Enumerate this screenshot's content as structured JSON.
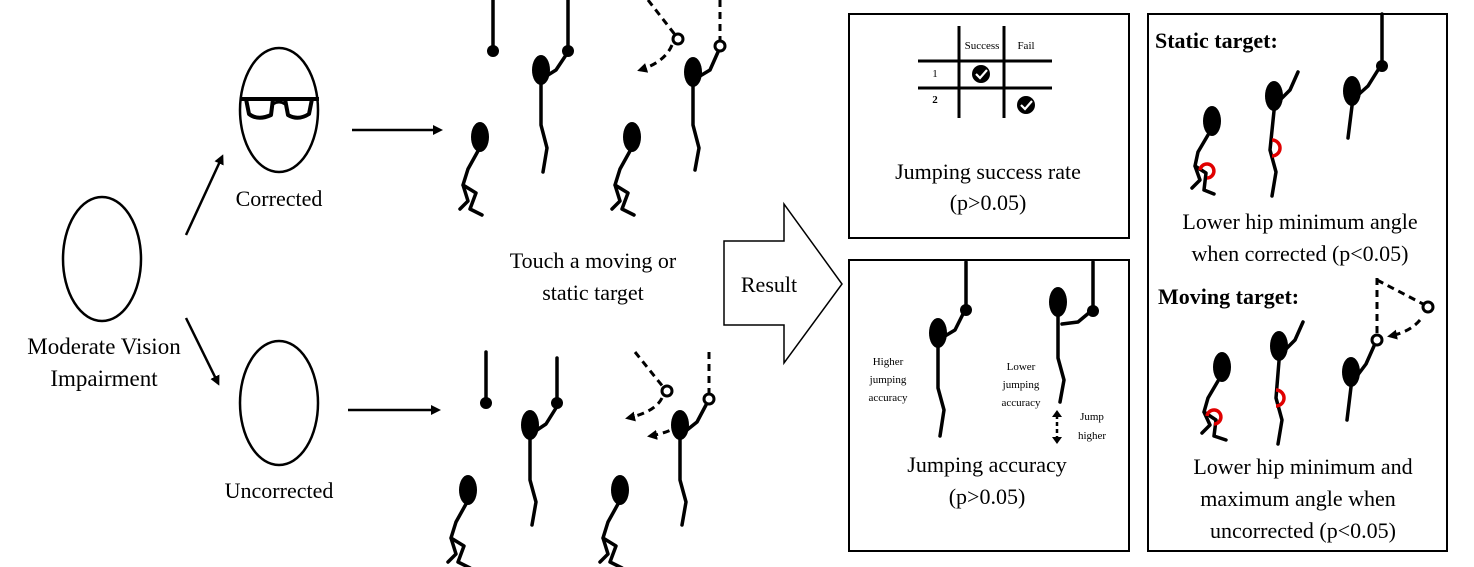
{
  "subject": {
    "label_line1": "Moderate Vision",
    "label_line2": "Impairment"
  },
  "branches": {
    "corrected": "Corrected",
    "uncorrected": "Uncorrected"
  },
  "task": {
    "line1": "Touch a moving  or",
    "line2": "static target"
  },
  "result_arrow": "Result",
  "success_panel": {
    "table": {
      "col1": "Success",
      "col2": "Fail",
      "row1": "1",
      "row2": "2"
    },
    "caption_line1": "Jumping success rate",
    "caption_line2": "(p>0.05)"
  },
  "accuracy_panel": {
    "higher_line1": "Higher",
    "higher_line2": "jumping",
    "higher_line3": "accuracy",
    "lower_line1": "Lower",
    "lower_line2": "jumping",
    "lower_line3": "accuracy",
    "jump_line1": "Jump",
    "jump_line2": "higher",
    "caption_line1": "Jumping accuracy",
    "caption_line2": "(p>0.05)"
  },
  "hip_panel": {
    "static_heading": "Static target:",
    "static_caption_line1": "Lower hip minimum angle",
    "static_caption_line2": "when corrected (p<0.05)",
    "moving_heading": "Moving target:",
    "moving_caption_line1": "Lower hip minimum and",
    "moving_caption_line2": "maximum angle when",
    "moving_caption_line3": "uncorrected (p<0.05)"
  },
  "colors": {
    "ink": "#000000",
    "angle_marker": "#e00000",
    "background": "#ffffff"
  }
}
